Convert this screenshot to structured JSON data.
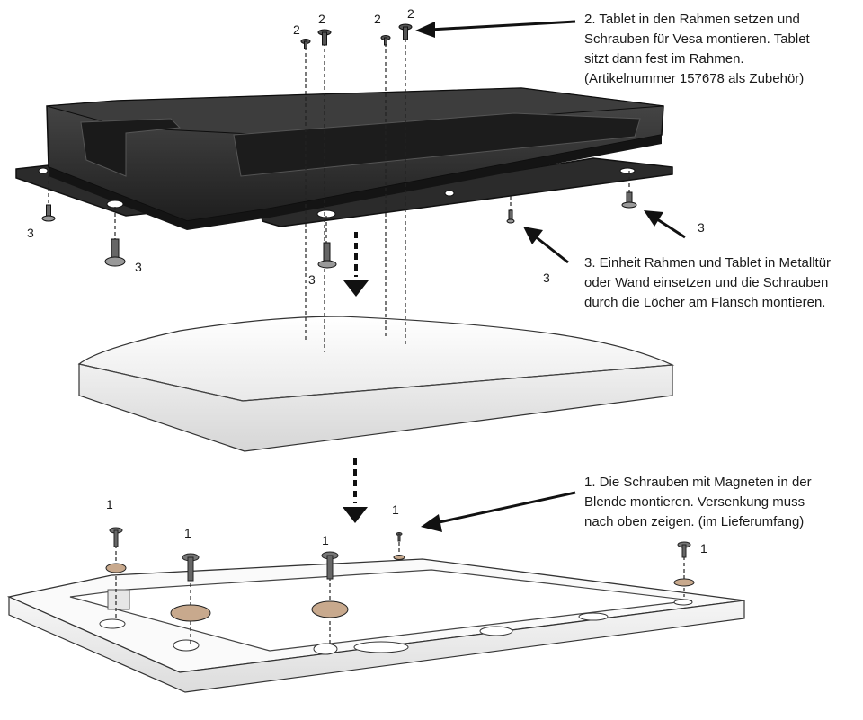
{
  "colors": {
    "frame": "#2a2a2a",
    "frame_top": "#3b3b3b",
    "tablet": "#f2f2f2",
    "bezel": "#fafafa",
    "magnet": "#c8a98d",
    "arrow": "#111111"
  },
  "notes": {
    "step2": [
      "2. Tablet in den Rahmen setzen und",
      "Schrauben für Vesa montieren. Tablet",
      "sitzt dann fest im Rahmen.",
      "(Artikelnummer 157678 als Zubehör)"
    ],
    "step3": [
      "3. Einheit Rahmen und Tablet in Metalltür",
      "oder Wand einsetzen und die Schrauben",
      "durch die Löcher am Flansch montieren."
    ],
    "step1": [
      "1. Die Schrauben mit Magneten in der",
      "Blende montieren. Versenkung muss",
      "nach oben zeigen. (im Lieferumfang)"
    ]
  },
  "labels": {
    "two": [
      "2",
      "2",
      "2",
      "2"
    ],
    "three": [
      "3",
      "3",
      "3",
      "3",
      "3"
    ],
    "one": [
      "1",
      "1",
      "1",
      "1",
      "1"
    ]
  }
}
